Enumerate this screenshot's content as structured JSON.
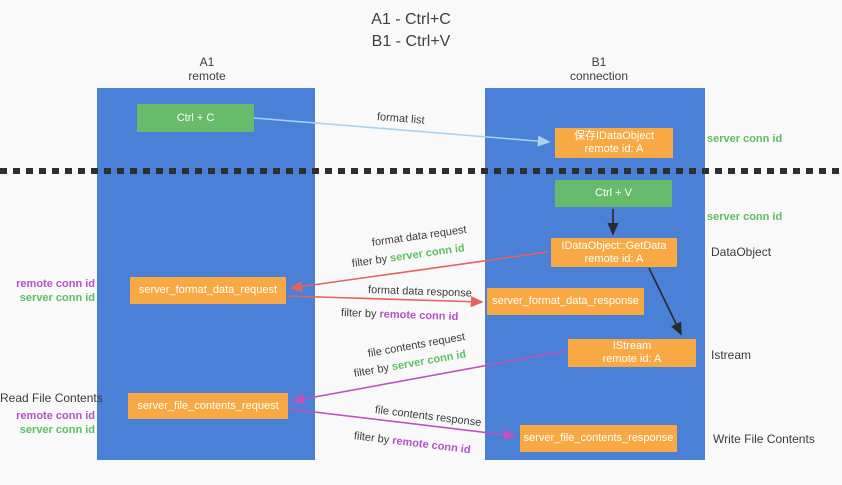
{
  "title": {
    "line1": "A1 - Ctrl+C",
    "line2": "B1 - Ctrl+V"
  },
  "columns": {
    "a": {
      "id": "A1",
      "role": "remote"
    },
    "b": {
      "id": "B1",
      "role": "connection"
    }
  },
  "boxes": {
    "ctrl_c": {
      "label": "Ctrl + C"
    },
    "ctrl_v": {
      "label": "Ctrl + V"
    },
    "save_dataobject": {
      "line1": "保存IDataObject",
      "line2": "remote id: A"
    },
    "getdata": {
      "line1": "IDataObject::GetData",
      "line2": "remote id: A"
    },
    "istream": {
      "line1": "IStream",
      "line2": "remote id: A"
    },
    "format_request": {
      "label": "server_format_data_request"
    },
    "format_response": {
      "label": "server_format_data_response"
    },
    "file_request": {
      "label": "server_file_contents_request"
    },
    "file_response": {
      "label": "server_file_contents_response"
    }
  },
  "side_labels": {
    "server_conn_top": "server conn id",
    "server_conn_mid": "server conn id",
    "dataobject": "DataObject",
    "istream": "Istream",
    "write_file": "Write File Contents",
    "read_file": "Read File Contents",
    "left_remote_conn_1": "remote conn id",
    "left_server_conn_1": "server conn id",
    "left_remote_conn_2": "remote conn id",
    "left_server_conn_2": "server conn id"
  },
  "arrow_labels": {
    "format_list": "format list",
    "format_data_request": "format data request",
    "filter_server_1": {
      "prefix": "filter by ",
      "highlight": "server conn id"
    },
    "format_data_response": "format data response",
    "filter_remote_1": {
      "prefix": "filter by ",
      "highlight": "remote conn id"
    },
    "file_contents_request": "file contents request",
    "filter_server_2": {
      "prefix": "filter by ",
      "highlight": "server conn id"
    },
    "file_contents_response": "file contents response",
    "filter_remote_2": {
      "prefix": "filter by ",
      "highlight": "remote conn id"
    }
  },
  "colors": {
    "column_blue": "#4a80d5",
    "box_green": "#69bb6c",
    "box_orange": "#f9a943",
    "arrow_lightblue": "#a9d2ee",
    "arrow_red": "#e4635e",
    "arrow_magenta": "#bd53bd",
    "arrow_black": "#2a2a2a",
    "text_green": "#5cbf62",
    "text_purple": "#b452c5",
    "background": "#f9f9f9"
  }
}
